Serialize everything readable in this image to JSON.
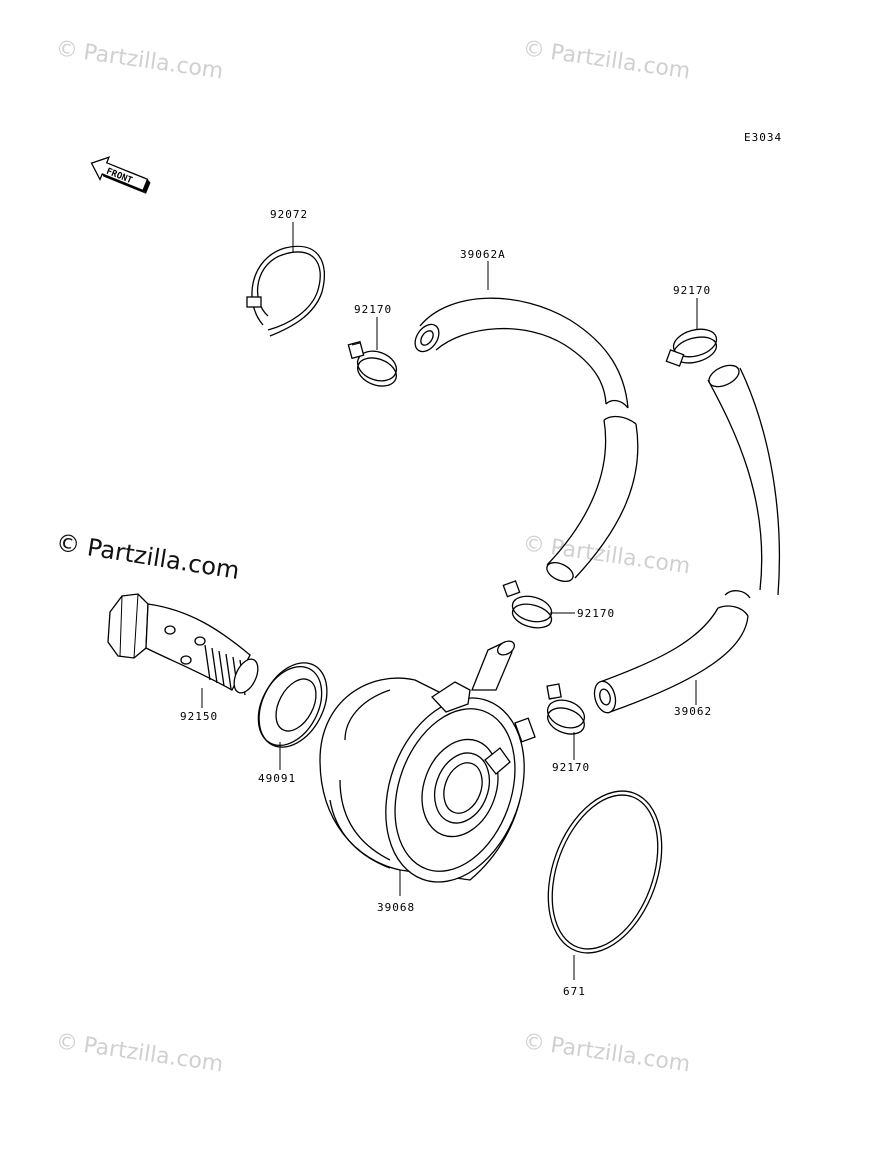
{
  "diagram_code": "E3034",
  "front_label": "FRONT",
  "watermark": {
    "text": "Partzilla.com",
    "copyright_symbol": "©",
    "color": "#d0d0d0"
  },
  "watermark_prominent": "© Partzilla.com",
  "callouts": {
    "p92072": "92072",
    "p39062A": "39062A",
    "p92170_a": "92170",
    "p92170_b": "92170",
    "p92170_c": "92170",
    "p92170_d": "92170",
    "p39062": "39062",
    "p92150": "92150",
    "p49091": "49091",
    "p39068": "39068",
    "p671": "671"
  }
}
